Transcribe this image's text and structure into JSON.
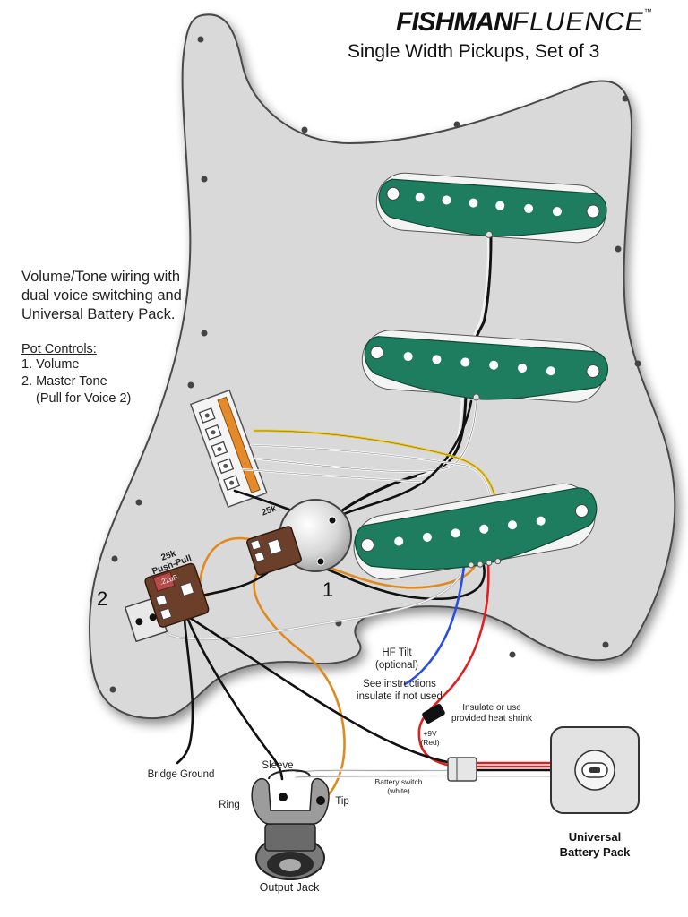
{
  "header": {
    "brand_bold": "FISHMAN",
    "brand_light": "FLUENCE",
    "trademark": "™",
    "subtitle": "Single Width Pickups, Set of 3"
  },
  "description": {
    "line1": "Volume/Tone wiring with",
    "line2": "dual voice switching and",
    "line3": "Universal Battery Pack."
  },
  "pot_controls": {
    "heading": "Pot Controls:",
    "item1": "1. Volume",
    "item2": "2. Master Tone",
    "item2_note": "(Pull for Voice 2)"
  },
  "pots": {
    "volume_value": "25k",
    "volume_number": "1",
    "tone_value": "25k",
    "tone_type": "Push-Pull",
    "tone_number": "2",
    "capacitor": ".22uF"
  },
  "labels": {
    "hf_tilt": "HF Tilt",
    "hf_tilt_note": "(optional)",
    "see_instructions_1": "See instructions",
    "see_instructions_2": "insulate if not used",
    "insulate_1": "Insulate or use",
    "insulate_2": "provided heat shrink",
    "plus9v": "+9V",
    "red": "(Red)",
    "battery_switch": "Battery switch",
    "white": "(white)",
    "bridge_ground": "Bridge Ground",
    "sleeve": "Sleeve",
    "ring": "Ring",
    "tip": "Tip",
    "output_jack": "Output Jack",
    "battery_pack_1": "Universal",
    "battery_pack_2": "Battery Pack"
  },
  "colors": {
    "pickguard": "#d9d9d9",
    "pickup": "#1e7d5e",
    "wire_yellow": "#e8c31a",
    "wire_orange": "#e08a1e",
    "wire_red": "#e02020",
    "wire_blue": "#2a4fe0",
    "wire_black": "#111111",
    "wire_white": "#f2f2f2"
  }
}
